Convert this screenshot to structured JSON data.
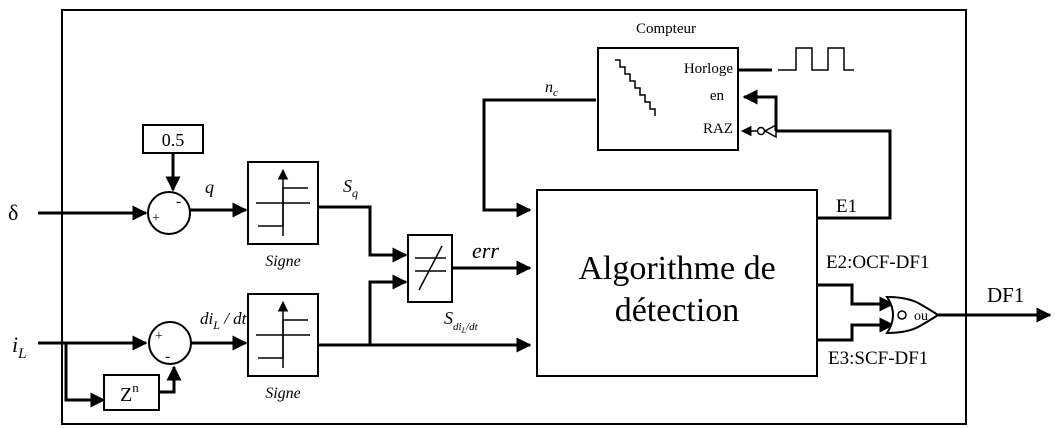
{
  "inputs": {
    "delta": "δ",
    "il_main": "i",
    "il_sub": "L"
  },
  "constant": "0.5",
  "sum1": {
    "plus": "+",
    "minus": "-"
  },
  "sum2": {
    "plus": "+",
    "minus": "-"
  },
  "delay": {
    "base": "Z",
    "exp": "n"
  },
  "signal_q": "q",
  "signal_dil": {
    "d": "di",
    "sub": "L",
    "rest": " / dt"
  },
  "sign_block_1": "Signe",
  "sign_block_2": "Signe",
  "signal_sq": {
    "main": "S",
    "sub": "q"
  },
  "signal_sdi": {
    "main": "S",
    "sub": "di",
    "subsub": "L",
    "tail": "/dt"
  },
  "signal_err": "err",
  "signal_nc": {
    "main": "n",
    "sub": "c"
  },
  "counter": {
    "title": "Compteur",
    "clock": "Horloge",
    "enable": "en",
    "reset": "RAZ"
  },
  "algorithm": {
    "line1": "Algorithme de",
    "line2": "détection"
  },
  "outputs": {
    "e1": "E1",
    "e2": "E2:OCF-DF1",
    "e3": "E3:SCF-DF1",
    "df1": "DF1"
  },
  "or_gate": "ou"
}
